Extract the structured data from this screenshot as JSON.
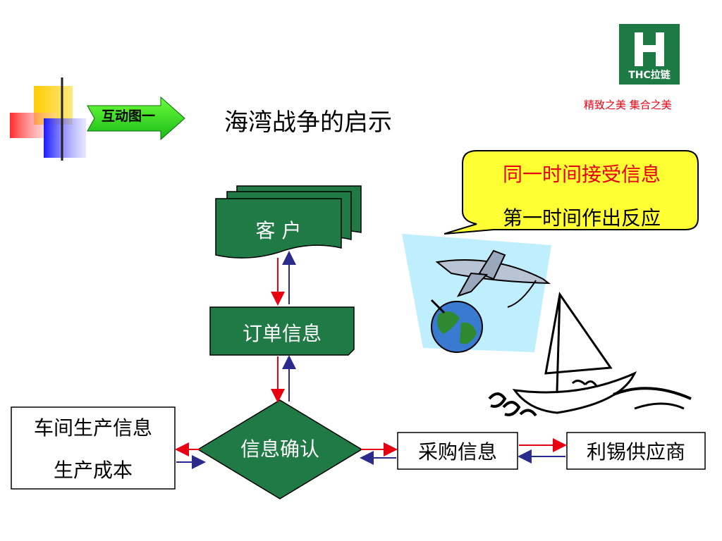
{
  "slide": {
    "title": "海湾战争的启示",
    "tag": "互动图一"
  },
  "logo": {
    "text": "THC拉链",
    "slogan": "精致之美   集合之美",
    "color": "#1e7a45"
  },
  "diagram": {
    "customer": "客  户",
    "order_info": "订单信息",
    "confirm": "信息确认",
    "workshop_line1": "车间生产信息",
    "workshop_line2": "生产成本",
    "purchase": "采购信息",
    "supplier": "利锡供应商"
  },
  "callout": {
    "line1": "同一时间接受信息",
    "line2": "第一时间作出反应"
  },
  "colors": {
    "node_green": "#1f7a45",
    "arrow_red": "#e60012",
    "arrow_blue": "#2b2b8c",
    "callout_fill": "#ffff33"
  }
}
